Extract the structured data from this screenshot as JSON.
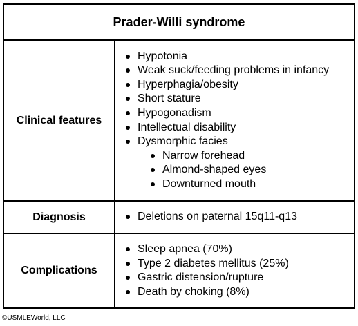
{
  "title": "Prader-Willi syndrome",
  "rows": [
    {
      "label": "Clinical features",
      "items": [
        {
          "text": "Hypotonia"
        },
        {
          "text": "Weak suck/feeding problems in infancy"
        },
        {
          "text": "Hyperphagia/obesity"
        },
        {
          "text": "Short stature"
        },
        {
          "text": "Hypogonadism"
        },
        {
          "text": "Intellectual disability"
        },
        {
          "text": "Dysmorphic facies",
          "sub": [
            "Narrow forehead",
            "Almond-shaped eyes",
            "Downturned mouth"
          ]
        }
      ]
    },
    {
      "label": "Diagnosis",
      "items": [
        {
          "text": "Deletions on paternal 15q11-q13"
        }
      ]
    },
    {
      "label": "Complications",
      "items": [
        {
          "text": "Sleep apnea (70%)"
        },
        {
          "text": "Type 2 diabetes mellitus (25%)"
        },
        {
          "text": "Gastric distension/rupture"
        },
        {
          "text": "Death by choking (8%)"
        }
      ]
    }
  ],
  "copyright": "©USMLEWorld, LLC"
}
